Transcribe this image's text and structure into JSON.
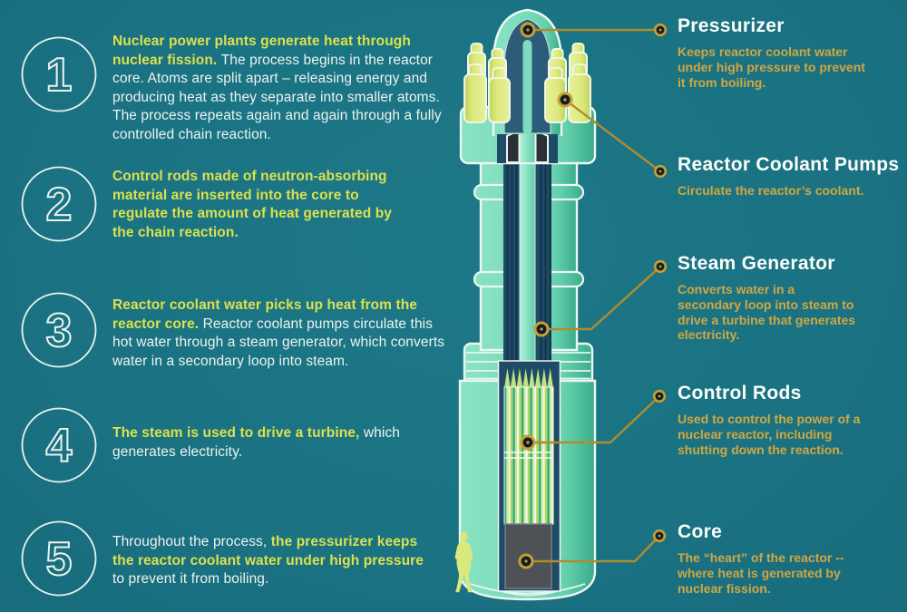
{
  "palette": {
    "background": "#1a7282",
    "vessel_mint": "#77dab9",
    "vessel_shadow": "#3aaa89",
    "dome_interior_blue": "#2d5c7b",
    "cutaway_slot_blue": "#1e4c66",
    "chamber_black": "#2b3035",
    "core_gray": "#4e5156",
    "pump_yellow_green": "#dbe87b",
    "rod_stripe_green": "#abd95f",
    "highlight_yellow": "#dce14d",
    "callout_gold_text": "#d1a743",
    "callout_line_gold": "#b08c2c",
    "text_white": "#eef3f0",
    "outline_white": "#edf6f2"
  },
  "steps": [
    {
      "number": "1",
      "segments": [
        {
          "style": "highlight",
          "text": "Nuclear power plants generate heat through nuclear fission. "
        },
        {
          "style": "normal",
          "text": "The process begins in the reactor core. Atoms are split apart – releasing energy and producing heat as they separate into smaller atoms. The process repeats again and again through a fully controlled chain reaction."
        }
      ]
    },
    {
      "number": "2",
      "segments": [
        {
          "style": "highlight",
          "text": "Control rods made of neutron-absorbing material are inserted into the core to regulate the amount of heat generated by the chain reaction."
        }
      ]
    },
    {
      "number": "3",
      "segments": [
        {
          "style": "highlight",
          "text": "Reactor coolant water picks up heat from the reactor core. "
        },
        {
          "style": "normal",
          "text": "Reactor coolant pumps circulate this hot water through a steam generator, which converts water in a secondary loop into steam."
        }
      ]
    },
    {
      "number": "4",
      "segments": [
        {
          "style": "highlight",
          "text": "The steam is used to drive a turbine, "
        },
        {
          "style": "normal",
          "text": "which generates electricity."
        }
      ]
    },
    {
      "number": "5",
      "segments": [
        {
          "style": "normal",
          "text": "Throughout the process, "
        },
        {
          "style": "highlight",
          "text": "the pressurizer keeps the reactor coolant water under high pressure "
        },
        {
          "style": "normal",
          "text": "to prevent it from boiling."
        }
      ]
    }
  ],
  "callouts": [
    {
      "title": "Pressurizer",
      "description": "Keeps reactor coolant water under high pressure to prevent it from boiling."
    },
    {
      "title": "Reactor Coolant Pumps",
      "description": "Circulate the reactor’s coolant."
    },
    {
      "title": "Steam Generator",
      "description": "Converts water in a secondary loop into steam to drive a turbine that generates electricity."
    },
    {
      "title": "Control Rods",
      "description": "Used to control the power of a nuclear reactor, including shutting down the reaction."
    },
    {
      "title": "Core",
      "description": "The “heart” of the reactor -- where heat is generated by nuclear fission."
    }
  ],
  "diagram": {
    "subject": "pressurized-water-reactor-cutaway",
    "scale_reference": "human-figure",
    "labeled_parts": [
      "pressurizer",
      "reactor-coolant-pumps",
      "steam-generator",
      "control-rods",
      "core"
    ]
  }
}
